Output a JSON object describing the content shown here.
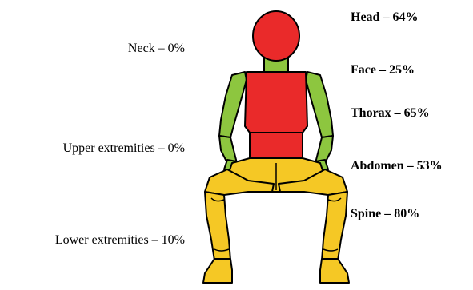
{
  "left_labels": [
    {
      "text": "Neck – 0%"
    },
    {
      "text": "Upper extremities – 0%"
    },
    {
      "text": "Lower extremities – 10%"
    }
  ],
  "right_labels": [
    {
      "text": "Head – 64%"
    },
    {
      "text": "Face – 25%"
    },
    {
      "text": "Thorax – 65%"
    },
    {
      "text": "Abdomen – 53%"
    },
    {
      "text": "Spine – 80%"
    }
  ],
  "colors": {
    "high": "#ea2a2a",
    "low": "#8dc63f",
    "mid": "#f5c825",
    "outline": "#000000"
  }
}
